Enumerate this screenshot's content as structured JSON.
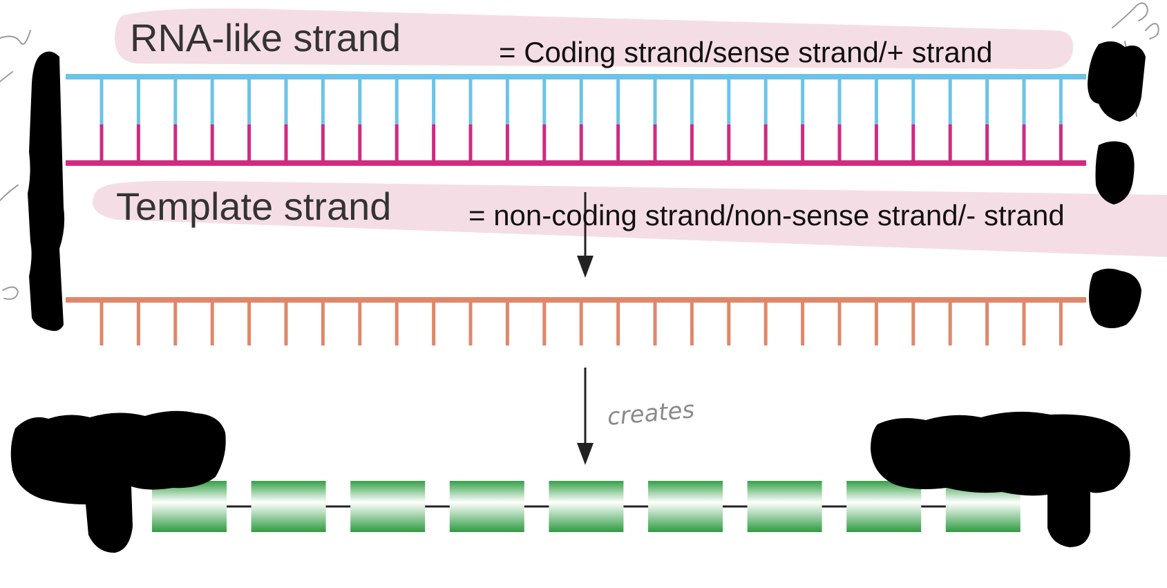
{
  "labels": {
    "top_strand": "RNA-like strand",
    "top_equiv": "= Coding strand/sense strand/+ strand",
    "bottom_strand": "Template strand",
    "bottom_equiv": "= non-coding strand/non-sense strand/- strand",
    "arrow_note": "creates"
  },
  "colors": {
    "coding_strand": "#6cc3e8",
    "template_strand": "#cf2b80",
    "rna_strand": "#e0876a",
    "exon_green": "#3aa24a",
    "highlight": "#f5dde6",
    "redaction": "#000000",
    "arrow": "#222222"
  },
  "structure": {
    "base_pair_count": 27,
    "rna_base_count": 27,
    "exon_count": 9
  }
}
